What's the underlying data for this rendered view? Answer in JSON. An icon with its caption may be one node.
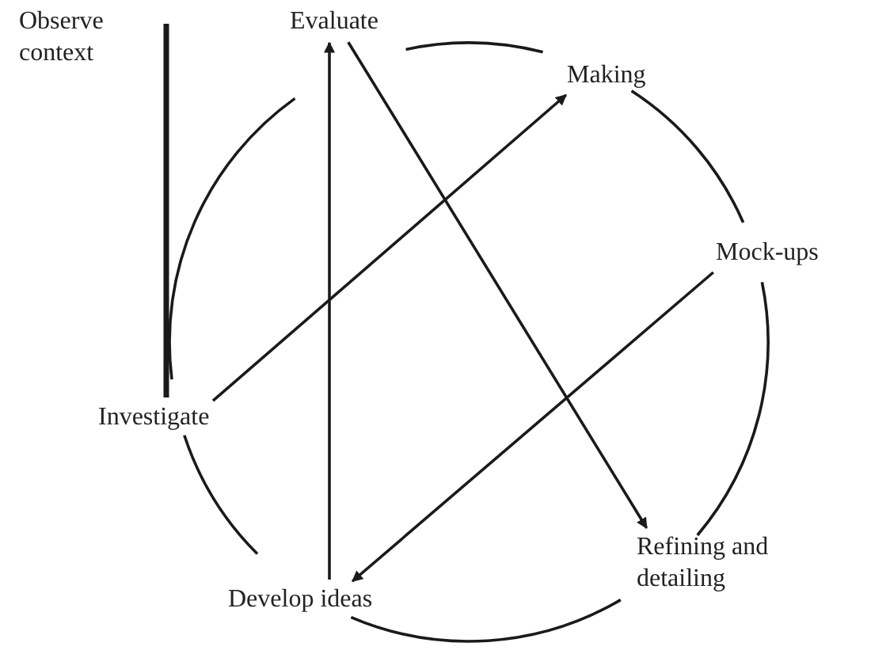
{
  "diagram": {
    "nodes": [
      {
        "text": [
          "Observe context"
        ]
      },
      {
        "text": [
          "Evaluate"
        ]
      },
      {
        "text": [
          "Making"
        ]
      },
      {
        "text": [
          "Mock-ups"
        ]
      },
      {
        "text": [
          "Refining and detailing"
        ]
      },
      {
        "text": [
          "Develop ideas"
        ]
      },
      {
        "text": [
          "Investigate"
        ]
      }
    ],
    "edges": [
      {
        "from": 6,
        "to": 2,
        "arrow": "to"
      },
      {
        "from": 1,
        "to": 4,
        "arrow": "to"
      },
      {
        "from": 3,
        "to": 5,
        "arrow": "to"
      },
      {
        "from": 5,
        "to": 1,
        "arrow": "to"
      },
      {
        "from": 0,
        "to": 6,
        "arrow": "none",
        "style": "thick"
      },
      {
        "from": 1,
        "to": 2,
        "arrow": "none"
      },
      {
        "from": 2,
        "to": 3,
        "arrow": "none"
      },
      {
        "from": 3,
        "to": 4,
        "arrow": "none"
      },
      {
        "from": 4,
        "to": 5,
        "arrow": "none"
      },
      {
        "from": 5,
        "to": 6,
        "arrow": "none"
      },
      {
        "from": 6,
        "to": 1,
        "arrow": "none"
      }
    ]
  }
}
